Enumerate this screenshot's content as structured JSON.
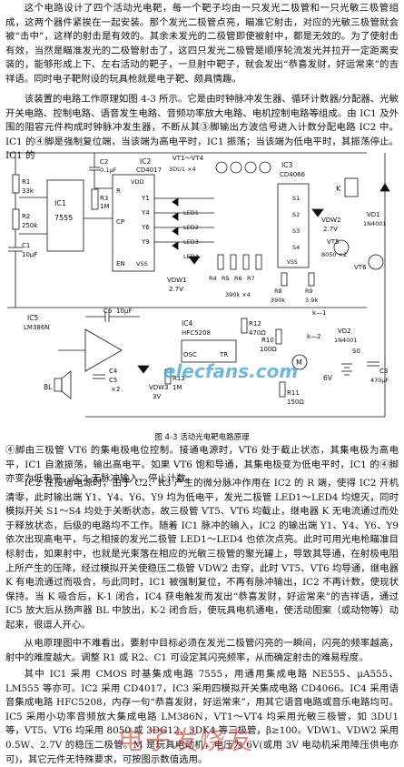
{
  "article": {
    "p1": "这个电路设计了四个活动光电靶，每一个靶子均由一只发光二极管和一只光敏三极管组成，这两个器件紧挨在一起安装。那个发光二极管点亮，瞄准它射击，对应的光敏三极管就会被“击中”，这样的射击是有效的。其余未发光的二极管即使被射中，都是无效的。为了使射击有效，当然是瞄准发光的二极管射击了，这四只发光二极管是顺序轮流发光并拉开一定距离安装的，能够形成上下、左右活动的靶子，一旦射中靶子，就会发出“恭喜发财，好运常来”的吉祥语。同时电子靶附设的玩具枪就是电子靶、颇具情趣。",
    "p2": "该装置的电路工作原理如图 4-3 所示。它是由时钟脉冲发生器、循环计数器/分配器、光敏开关电路、控制电路、语音发生电路、音频功率放大电路、电机控制电路等组成。由 IC1 及外围的阻容元件构成时钟脉冲发生器，不断从其③脚输出方波信号进入计数分配电路 IC2 中。IC1 的④脚是强制复位端，当该端为高电平时，IC1 振荡；当该端为低电平时，其振荡停止。IC1 的",
    "caption": "图 4-3   活动光电靶电路原理",
    "p3": "④脚由三极管 VT6 的集电极电位控制。接通电源时，VT6 处于截止状态，其集电极为高电平，IC1 自激振荡，输出高电平。如果 VT6 饱和导通，其集电极变为低电平时，IC1 的④脚亦变为低电平，IC2 无脉冲输入，停止计数。",
    "p4": "IC2 在接通电源时，由于 C2、R3 产生的微分脉冲作用在 IC2 的 R 端，使得 IC2 开机清零，此时输出端 Y1、Y4、Y6、Y9 均为低电平，发光二极管 LED1～LED4 均熄灭，同时模拟开关 S1～S4 均处于关断状态，故三极管 VT5、VT6 均截止，继电器 K 无电流通过而处于释放状态，后级的电路均不工作。随着 IC1 脉冲的输入，IC2 的输出端 Y1、Y4、Y6、Y9 依次出现高电平，与之相接的发光二极管 LED1～LED4 也依次点亮。此时可用光电枪瞄准目标射击，如果射中，也就是光束落在相应的光敏三极管的聚光罐上，导致其导通，在射极电阻上所产生的压降，经过模拟开关使稳压二极管 VDW2 击穿，此时 VT5、VT6 均导通，继电器 K 有电流通过而吸合，与此同时，IC1 被强制复位，不再有脉冲输出，IC2 不再计数，使现状保持。当 K 吸合后，K-1 闭合，IC4 获电触发而发出“恭喜发财，好运常来”的吉祥语，通过 IC5 放大后从扬声器 BL 中放出，K-2 闭合后，使玩具电机通电，使活动图案（或动物等）动起来，很逗人开心。",
    "p5": "从电原理图中不难看出，要射中目标必须在发光二极管闪亮的一瞬间，闪亮的频率越高，射中的难度越大。调整 R1 或 R2、C1 可设定其闪亮频率，从而确定射击的难易程度。",
    "p6": "其中 IC1 采用 CMOS 时基集成电路 7555，用通用集成电路 NE555、μA555、LM555 等亦可。IC2 采用 CD4017，IC3 采用四模拟开关集成电路 CD4066。IC4 采用语音集成电路 HFC5208，内存一句“恭喜发财，好运常来”，用其它语音电路或音乐电路均可。IC5 采用小功率音频放大集成电路 LM386N，VT1～VT4 均采用光敏三极管，如 3DU1 等，VT5、VT6 均采用 8050 或 3DG12、3DK4 等三极管，β≥100。VDW1、VDW2 采用 0.5W、2.7V 的稳压二极管。M 是玩具电动机，电压为 6V(或用 3V 电动机采用降压供电亦可)，其它元件无特殊要求，可按图示数值选用。"
  },
  "schematic": {
    "R1": "R1",
    "R1v": "33k",
    "R2": "R2",
    "R2v": "250k",
    "C1": "C1",
    "C1v": "10μF",
    "IC1": "IC1",
    "IC1p": "7555",
    "C2": "C2",
    "C2v": "0.1μF",
    "R3": "R3",
    "R3v": "1M",
    "IC2": "IC2",
    "IC2p": "CD4017",
    "VDD": "VDD",
    "VSS": "VSS",
    "pinR": "R",
    "pinCP": "CP",
    "pinEN": "EN",
    "Y1": "Y1",
    "Y4": "Y4",
    "Y6": "Y6",
    "Y9": "Y9",
    "VT14": "VT1～VT4",
    "DU": "3DU1 ×4",
    "LED1": "LED1",
    "LED2": "LED2",
    "LED3": "LED3",
    "LED4": "LED4",
    "VDW1": "VDW1",
    "VDW1v": "2.7V",
    "R4": "R4",
    "R5": "R5",
    "R6": "R6",
    "R7": "R7",
    "Rv": "390k ×4",
    "IC3": "IC3",
    "IC3p": "CD4066",
    "S1": "S1",
    "S2": "S2",
    "S3": "S3",
    "S4": "S4",
    "R8": "R8",
    "R8v": "390k",
    "R9": "R9",
    "R9v": "3.9k",
    "VDW2": "VDW2",
    "VDW2v": "2.7V",
    "VT5": "VT5",
    "VT5v": "8050 ×2",
    "VT6": "VT6",
    "K": "K",
    "VD1": "VD1",
    "VD1v": "1N4001",
    "IC5": "IC5",
    "IC5p": "LM386N",
    "C6": "C6",
    "C6v": "10μF",
    "IC4": "IC4",
    "IC4p": "HFC5208",
    "R12": "R12",
    "R12v": "470Ω",
    "R10": "R10",
    "R10v": "100Ω",
    "VD2": "VD2",
    "VD2v": "1N4001",
    "K1": "k—1",
    "K2": "k—2",
    "S0": "S0",
    "GB": "6V",
    "C3": "C3",
    "C3v": "470μF",
    "BL": "BL",
    "C4": "C4",
    "C5": "C5",
    "x2": "×2",
    "VDW3": "VDW3",
    "VDW3v": "3V",
    "R13": "R13",
    "R13v": "1M",
    "OSC": "OSC",
    "TR": "TR",
    "M": "M",
    "R11": "R11",
    "R11v": "150Ω"
  },
  "watermark": "电子发烧友",
  "watermark_top": "elecfans.com"
}
